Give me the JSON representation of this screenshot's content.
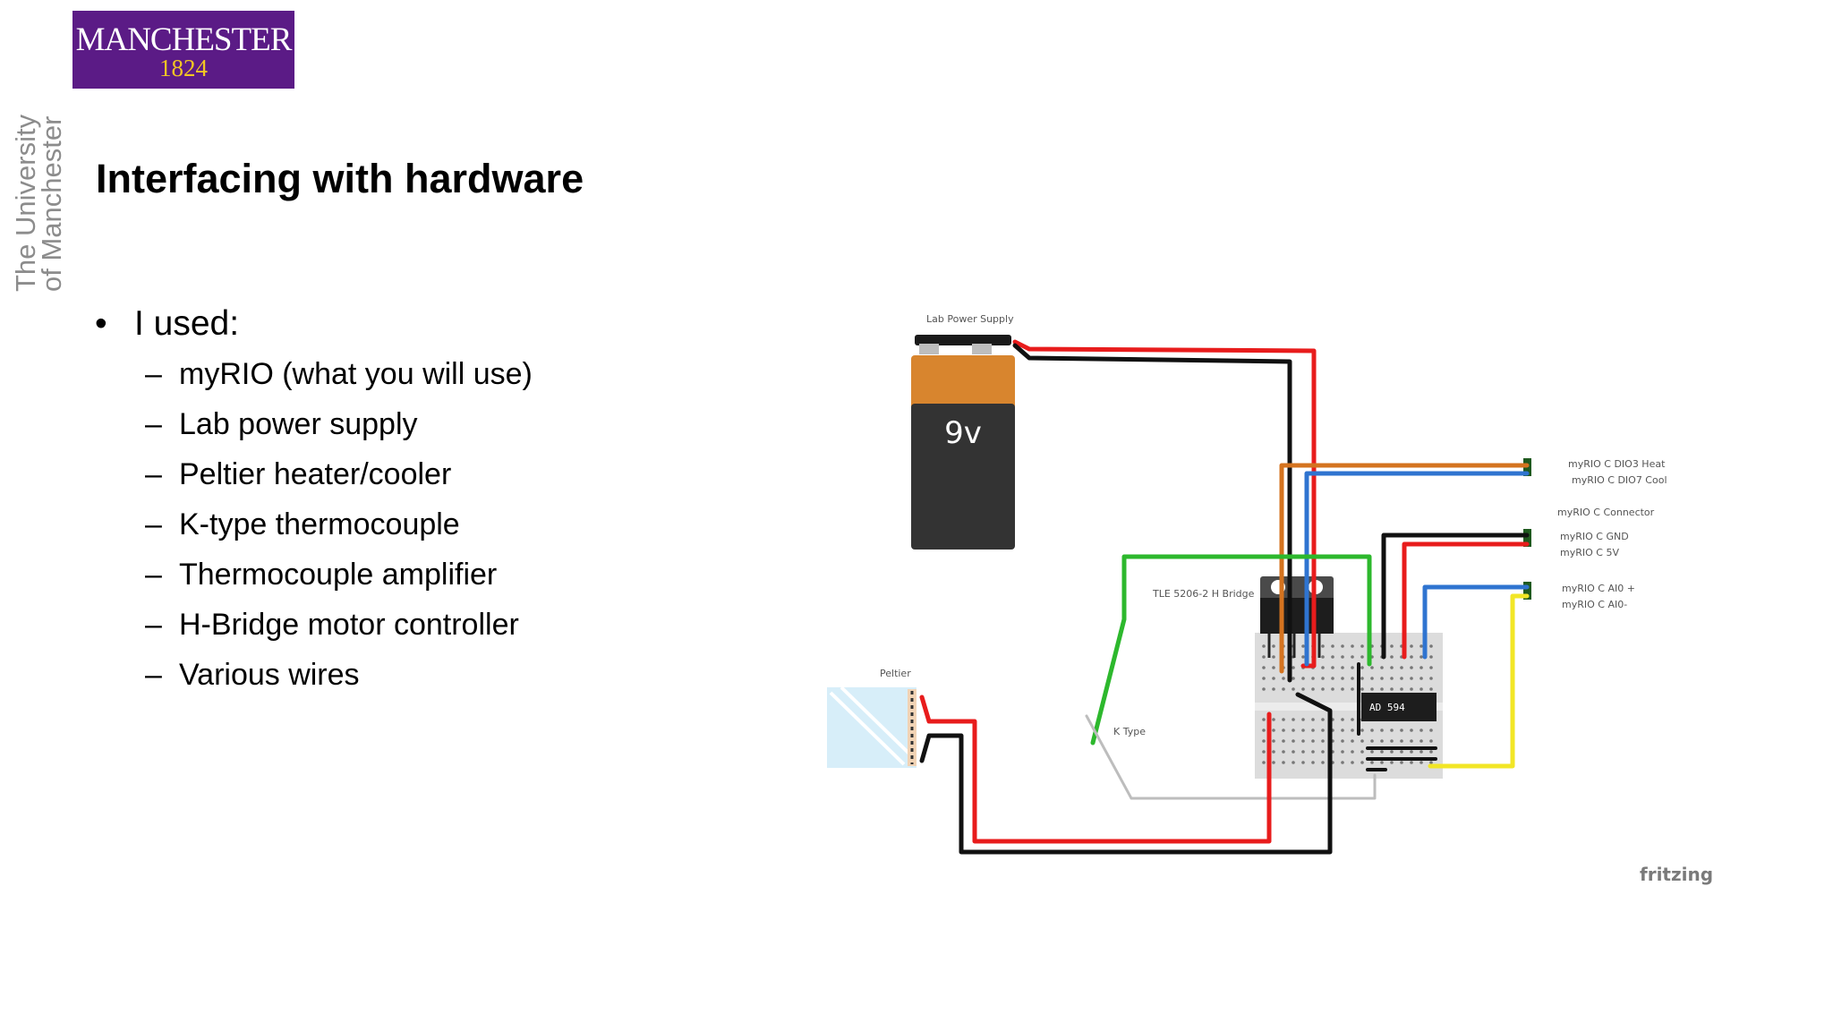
{
  "logo": {
    "name": "MANCHESTER",
    "year": "1824"
  },
  "university_vertical": {
    "line1": "The University",
    "line2": "of Manchester"
  },
  "slide": {
    "title": "Interfacing with hardware",
    "bullet_symbol": "•",
    "dash_symbol": "–",
    "heading_bullet": "I used:",
    "items": [
      "myRIO (what you will use)",
      "Lab power supply",
      "Peltier heater/cooler",
      "K-type thermocouple",
      "Thermocouple amplifier",
      "H-Bridge motor controller",
      "Various wires"
    ]
  },
  "diagram": {
    "labels": {
      "lab_power_supply": "Lab Power Supply",
      "battery": "9v",
      "peltier": "Peltier",
      "k_type": "K Type",
      "h_bridge": "TLE 5206-2 H Bridge",
      "amp_chip": "AD 594",
      "dio3": "myRIO C DIO3 Heat",
      "dio7": "myRIO C DIO7 Cool",
      "connector": "myRIO C Connector",
      "gnd": "myRIO C GND",
      "v5": "myRIO C 5V",
      "ai0p": "myRIO C AI0 +",
      "ai0m": "myRIO C AI0-",
      "fritzing": "fritzing"
    },
    "colors": {
      "red": "#e81c1c",
      "black": "#111111",
      "orange": "#d4731f",
      "blue": "#2f74d0",
      "green": "#2db82d",
      "yellow": "#f2e626",
      "brand_purple": "#5b1b86",
      "brand_gold": "#f3c623"
    }
  }
}
